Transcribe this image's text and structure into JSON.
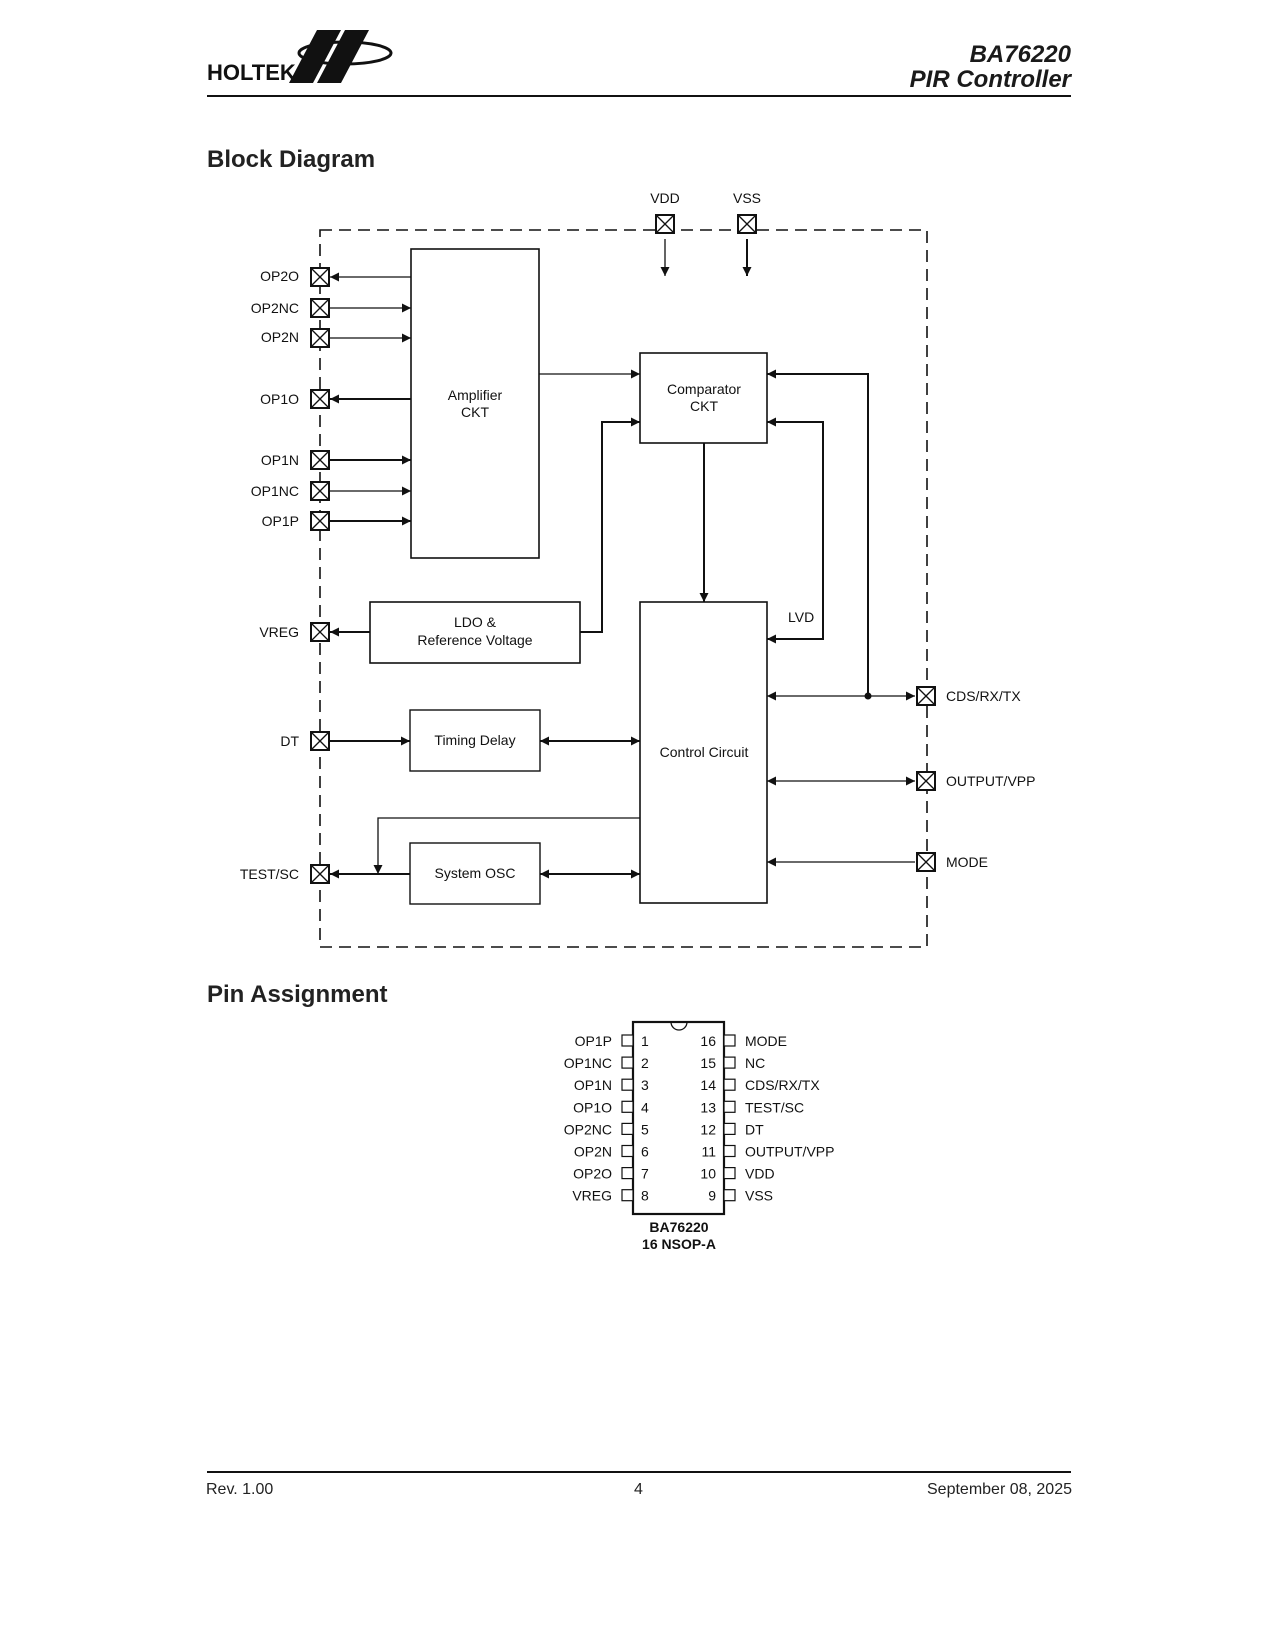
{
  "header": {
    "brand": "HOLTEK",
    "part_number": "BA76220",
    "product_name": "PIR Controller"
  },
  "sections": {
    "block_diagram_title": "Block Diagram",
    "pin_assignment_title": "Pin Assignment"
  },
  "block_diagram": {
    "blocks": {
      "amplifier": [
        "Amplifier",
        "CKT"
      ],
      "comparator": [
        "Comparator",
        "CKT"
      ],
      "ldo": [
        "LDO &",
        "Reference Voltage"
      ],
      "timing_delay": "Timing Delay",
      "control_circuit": "Control Circuit",
      "system_osc": "System OSC"
    },
    "signal_labels": {
      "lvd": "LVD"
    },
    "top_pins": [
      "VDD",
      "VSS"
    ],
    "left_pins": [
      "OP2O",
      "OP2NC",
      "OP2N",
      "OP1O",
      "OP1N",
      "OP1NC",
      "OP1P",
      "VREG",
      "DT",
      "TEST/SC"
    ],
    "right_pins": [
      "CDS/RX/TX",
      "OUTPUT/VPP",
      "MODE"
    ]
  },
  "pin_assignment": {
    "left": [
      {
        "num": "1",
        "name": "OP1P"
      },
      {
        "num": "2",
        "name": "OP1NC"
      },
      {
        "num": "3",
        "name": "OP1N"
      },
      {
        "num": "4",
        "name": "OP1O"
      },
      {
        "num": "5",
        "name": "OP2NC"
      },
      {
        "num": "6",
        "name": "OP2N"
      },
      {
        "num": "7",
        "name": "OP2O"
      },
      {
        "num": "8",
        "name": "VREG"
      }
    ],
    "right": [
      {
        "num": "16",
        "name": "MODE"
      },
      {
        "num": "15",
        "name": "NC"
      },
      {
        "num": "14",
        "name": "CDS/RX/TX"
      },
      {
        "num": "13",
        "name": "TEST/SC"
      },
      {
        "num": "12",
        "name": "DT"
      },
      {
        "num": "11",
        "name": "OUTPUT/VPP"
      },
      {
        "num": "10",
        "name": "VDD"
      },
      {
        "num": "9",
        "name": "VSS"
      }
    ],
    "package_name": "BA76220",
    "package_type": "16 NSOP-A"
  },
  "footer": {
    "revision": "Rev. 1.00",
    "page": "4",
    "date": "September 08, 2025"
  }
}
